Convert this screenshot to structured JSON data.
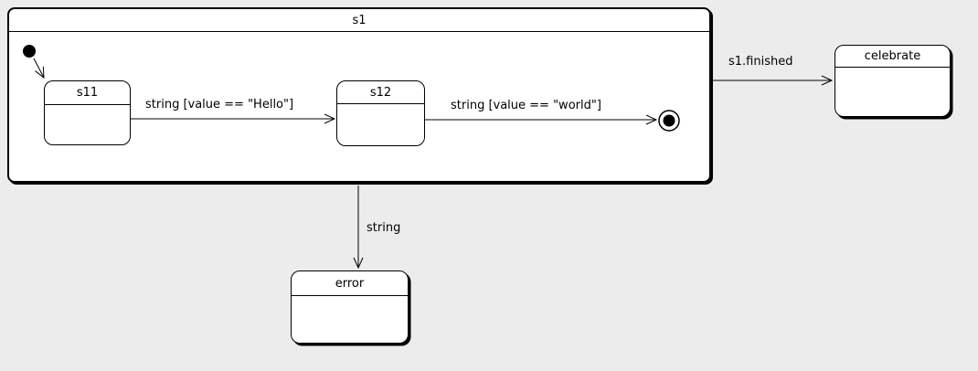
{
  "diagram": {
    "type": "uml-statechart",
    "background_color": "#ececec",
    "state_fill_color": "#ffffff",
    "stroke_color": "#000000",
    "states": {
      "s1": {
        "label": "s1",
        "kind": "composite"
      },
      "s11": {
        "label": "s11",
        "kind": "simple"
      },
      "s12": {
        "label": "s12",
        "kind": "simple"
      },
      "celebrate": {
        "label": "celebrate",
        "kind": "simple"
      },
      "error": {
        "label": "error",
        "kind": "simple"
      }
    },
    "pseudostates": {
      "initial": {
        "kind": "initial",
        "inside": "s1"
      },
      "final": {
        "kind": "final",
        "inside": "s1"
      }
    },
    "transitions": {
      "initial_to_s11": {
        "from": "initial",
        "to": "s11",
        "label": ""
      },
      "s11_to_s12": {
        "from": "s11",
        "to": "s12",
        "label": "string [value == \"Hello\"]"
      },
      "s12_to_final": {
        "from": "s12",
        "to": "final",
        "label": "string [value == \"world\"]"
      },
      "s1_to_celebrate": {
        "from": "s1",
        "to": "celebrate",
        "label": "s1.finished"
      },
      "s1_to_error": {
        "from": "s1",
        "to": "error",
        "label": "string"
      }
    }
  }
}
